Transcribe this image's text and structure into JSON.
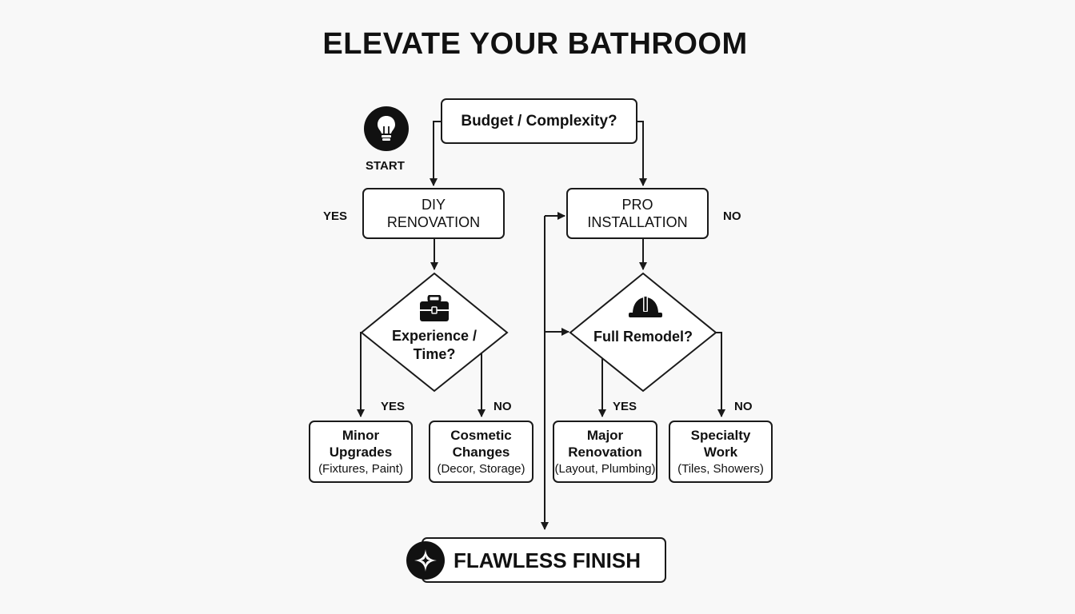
{
  "title": "ELEVATE YOUR BATHROOM",
  "start": {
    "label": "START",
    "icon": "lightbulb-icon"
  },
  "decision_budget": {
    "text": "Budget / Complexity?"
  },
  "labels": {
    "yes_left": "YES",
    "no_right": "NO",
    "yes_diy": "YES",
    "no_diy": "NO",
    "yes_pro": "YES",
    "no_pro": "NO"
  },
  "diy": {
    "line1": "DIY",
    "line2": "RENOVATION"
  },
  "pro": {
    "line1": "PRO",
    "line2": "INSTALLATION"
  },
  "decision_experience": {
    "line1": "Experience /",
    "line2": "Time?",
    "icon": "toolbox-icon"
  },
  "decision_remodel": {
    "text": "Full Remodel?",
    "icon": "hard-hat-icon"
  },
  "leaves": [
    {
      "title1": "Minor",
      "title2": "Upgrades",
      "sub": "(Fixtures, Paint)"
    },
    {
      "title1": "Cosmetic",
      "title2": "Changes",
      "sub": "(Decor, Storage)"
    },
    {
      "title1": "Major",
      "title2": "Renovation",
      "sub": "(Layout, Plumbing)"
    },
    {
      "title1": "Specialty",
      "title2": "Work",
      "sub": "(Tiles, Showers)"
    }
  ],
  "finish": {
    "text": "FLAWLESS FINISH",
    "icon": "sparkle-icon"
  }
}
